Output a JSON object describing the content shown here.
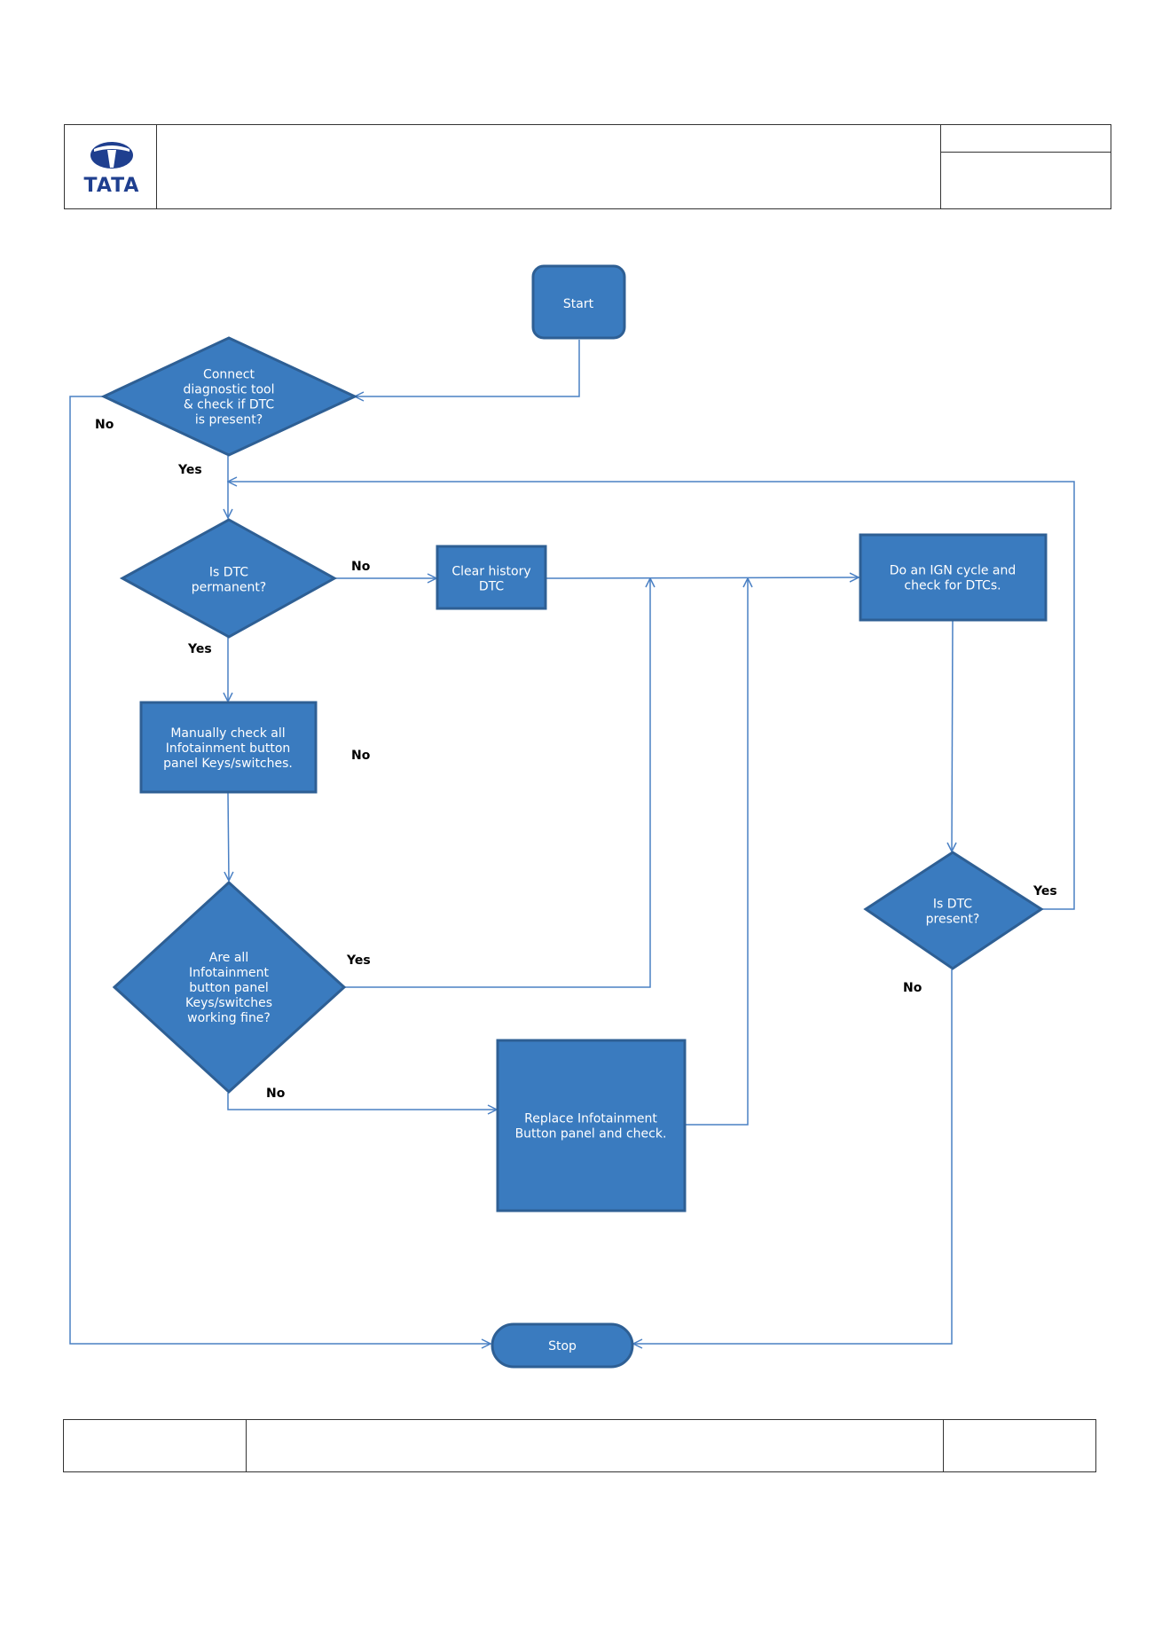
{
  "header": {
    "logo_text": "TATA"
  },
  "diagram": {
    "nodes": {
      "start": {
        "lines": [
          "Start"
        ]
      },
      "connect": {
        "lines": [
          "Connect",
          "diagnostic tool",
          "& check if DTC",
          "is present?"
        ]
      },
      "permanent": {
        "lines": [
          "Is DTC",
          "permanent?"
        ]
      },
      "clear": {
        "lines": [
          "Clear history",
          "DTC"
        ]
      },
      "ign": {
        "lines": [
          "Do an IGN cycle and",
          "check for DTCs."
        ]
      },
      "manual": {
        "lines": [
          "Manually check all",
          "Infotainment button",
          "panel Keys/switches."
        ]
      },
      "working": {
        "lines": [
          "Are all",
          "Infotainment",
          "button panel",
          "Keys/switches",
          "working  fine?"
        ]
      },
      "replace": {
        "lines": [
          "Replace Infotainment",
          "Button panel and check."
        ]
      },
      "present": {
        "lines": [
          "Is DTC",
          "present?"
        ]
      },
      "stop": {
        "lines": [
          "Stop"
        ]
      }
    },
    "edge_labels": {
      "connect_no": "No",
      "connect_yes": "Yes",
      "permanent_no": "No",
      "permanent_yes": "Yes",
      "manual_no": "No",
      "working_yes": "Yes",
      "working_no": "No",
      "present_yes": "Yes",
      "present_no": "No"
    }
  },
  "colors": {
    "node_fill": "#3a7bbf",
    "node_stroke": "#2e5f94",
    "connector": "#4a80c4"
  }
}
